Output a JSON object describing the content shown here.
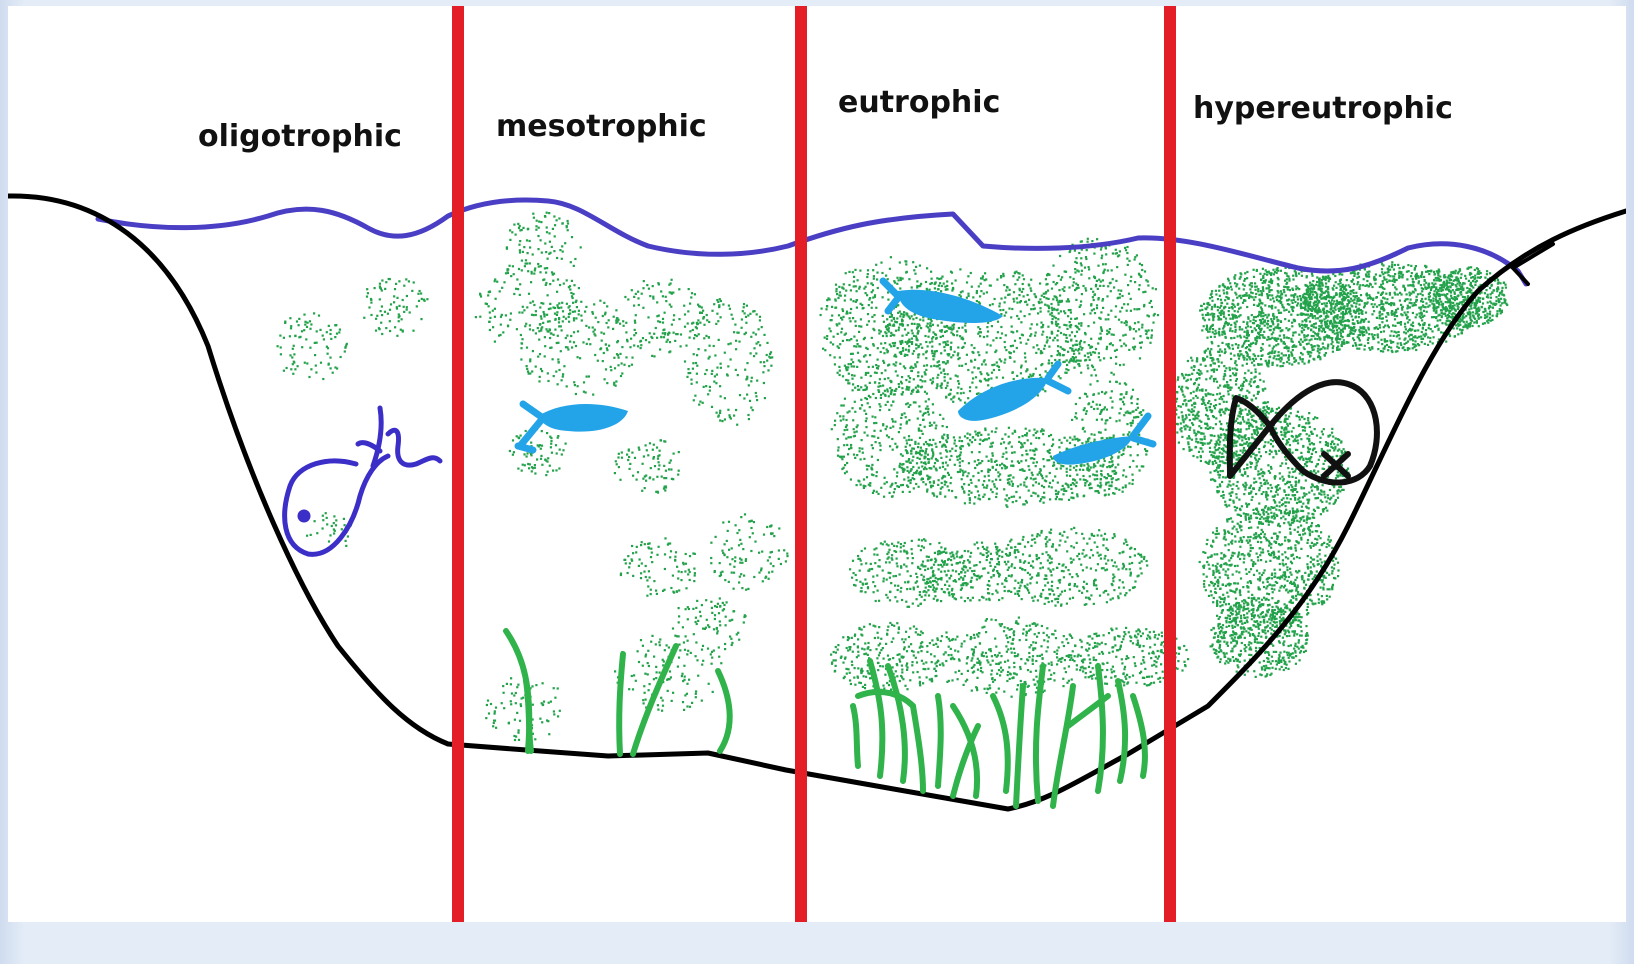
{
  "diagram": {
    "zones": [
      {
        "id": "oligotrophic",
        "label": "oligotrophic",
        "algae_level": "sparse",
        "fish": "healthy"
      },
      {
        "id": "mesotrophic",
        "label": "mesotrophic",
        "algae_level": "moderate",
        "fish": "healthy"
      },
      {
        "id": "eutrophic",
        "label": "eutrophic",
        "algae_level": "dense",
        "fish": "several"
      },
      {
        "id": "hypereutrophic",
        "label": "hypereutrophic",
        "algae_level": "very dense",
        "fish": "dead"
      }
    ],
    "colors": {
      "divider": "#e41e26",
      "water_surface": "#4a3fc4",
      "lake_outline": "#000000",
      "algae": "#22a24a",
      "plants": "#2fb34a",
      "healthy_fish": "#23a4e8",
      "oligotrophic_fish": "#3b2fc8",
      "dead_fish": "#111111"
    }
  }
}
